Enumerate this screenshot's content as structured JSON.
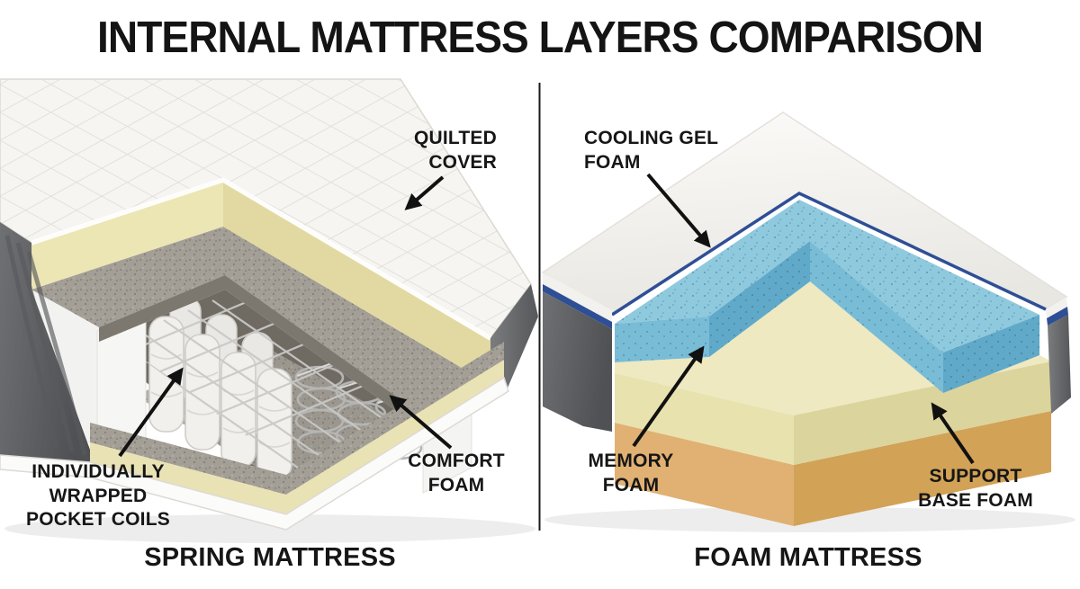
{
  "title": "INTERNAL MATTRESS LAYERS COMPARISON",
  "background": "#ffffff",
  "divider_color": "#1a1a1a",
  "text_color": "#161616",
  "spring_panel": {
    "caption": "SPRING MATTRESS",
    "labels": {
      "quilted_cover": {
        "lines": [
          "QUILTED",
          "COVER"
        ]
      },
      "pocket_coils": {
        "lines": [
          "INDIVIDUALLY",
          "WRAPPED",
          "POCKET COILS"
        ]
      },
      "comfort_foam": {
        "lines": [
          "COMFORT",
          "FOAM"
        ]
      }
    },
    "colors": {
      "cover": "#f6f5f2",
      "comfort_foam": "#ebe4b2",
      "felt_pad": "#a39e96",
      "side_fabric": "#64666a",
      "coil_metal": "#b5b5b3",
      "pocket_fabric": "#f1f0ed"
    }
  },
  "foam_panel": {
    "caption": "FOAM MATTRESS",
    "labels": {
      "cooling_gel_foam": {
        "lines": [
          "COOLING GEL",
          "FOAM"
        ]
      },
      "memory_foam": {
        "lines": [
          "MEMORY",
          "FOAM"
        ]
      },
      "support_base_foam": {
        "lines": [
          "SUPPORT",
          "BASE FOAM"
        ]
      }
    },
    "colors": {
      "cover": "#f8f7f5",
      "cooling_gel": "#8fc9de",
      "memory_foam": "#ece7ba",
      "support_base": "#dcae6b",
      "side_fabric": "#5f6164",
      "trim_piping": "#2e4f96"
    }
  }
}
